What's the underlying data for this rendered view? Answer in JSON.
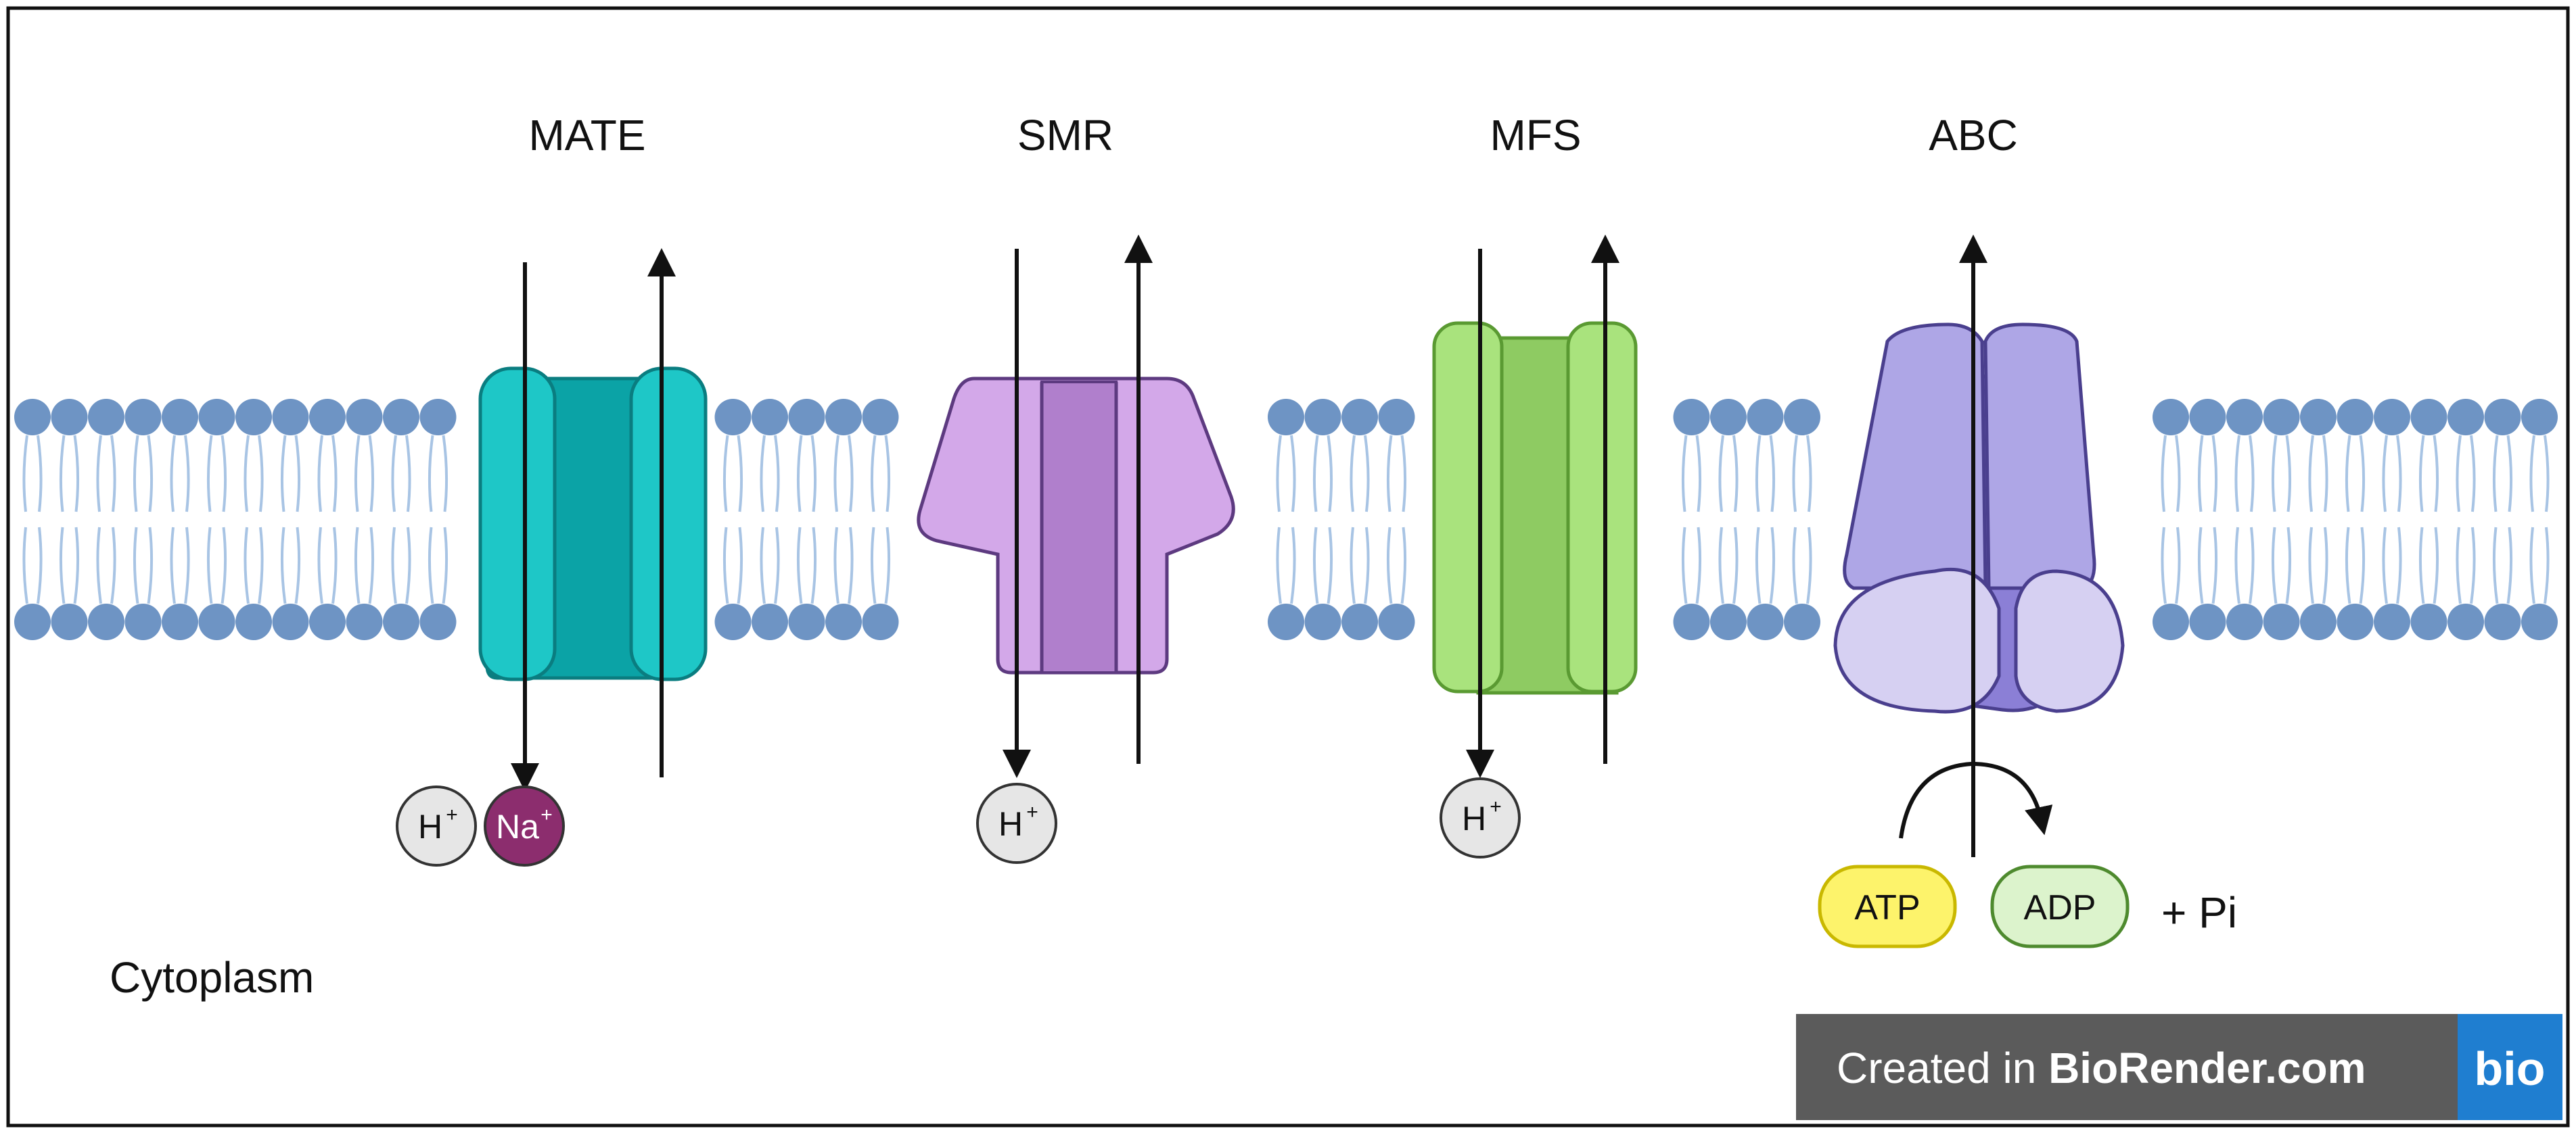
{
  "transporters": [
    {
      "label": "MATE",
      "ions": [
        "H",
        "Na"
      ],
      "color": "#0fb8b8"
    },
    {
      "label": "SMR",
      "ions": [
        "H"
      ],
      "color": "#c79be0"
    },
    {
      "label": "MFS",
      "ions": [
        "H"
      ],
      "color": "#9fdf6f"
    },
    {
      "label": "ABC",
      "ions": [],
      "color": "#a59ae0"
    }
  ],
  "ion_labels": {
    "proton": "H",
    "sodium": "Na",
    "charge": "+"
  },
  "atp_reaction": {
    "atp": "ATP",
    "adp": "ADP",
    "phosphate": "+ Pi"
  },
  "compartment_label": "Cytoplasm",
  "watermark": {
    "prefix": "Created in ",
    "brand": "BioRender.com",
    "logo": "bio"
  },
  "colors": {
    "lipid_head": "#6e94c4",
    "lipid_tail": "#a8c4e4",
    "mate": "#1ec5c5",
    "mate_dark": "#02a2a6",
    "smr": "#d2a8e8",
    "smr_dark": "#b07fcc",
    "mfs": "#a8e27c",
    "mfs_dark": "#8ccc5e",
    "abc": "#aea6e6",
    "abc_dark": "#8b7fd6",
    "abc_light": "#d6d0f2",
    "sodium": "#8c2d6e",
    "proton": "#e6e6e6",
    "atp": "#fdf36b",
    "adp": "#dcf3cc",
    "watermark_bg": "#5b5b5b",
    "logo_bg": "#1f7ed0"
  }
}
